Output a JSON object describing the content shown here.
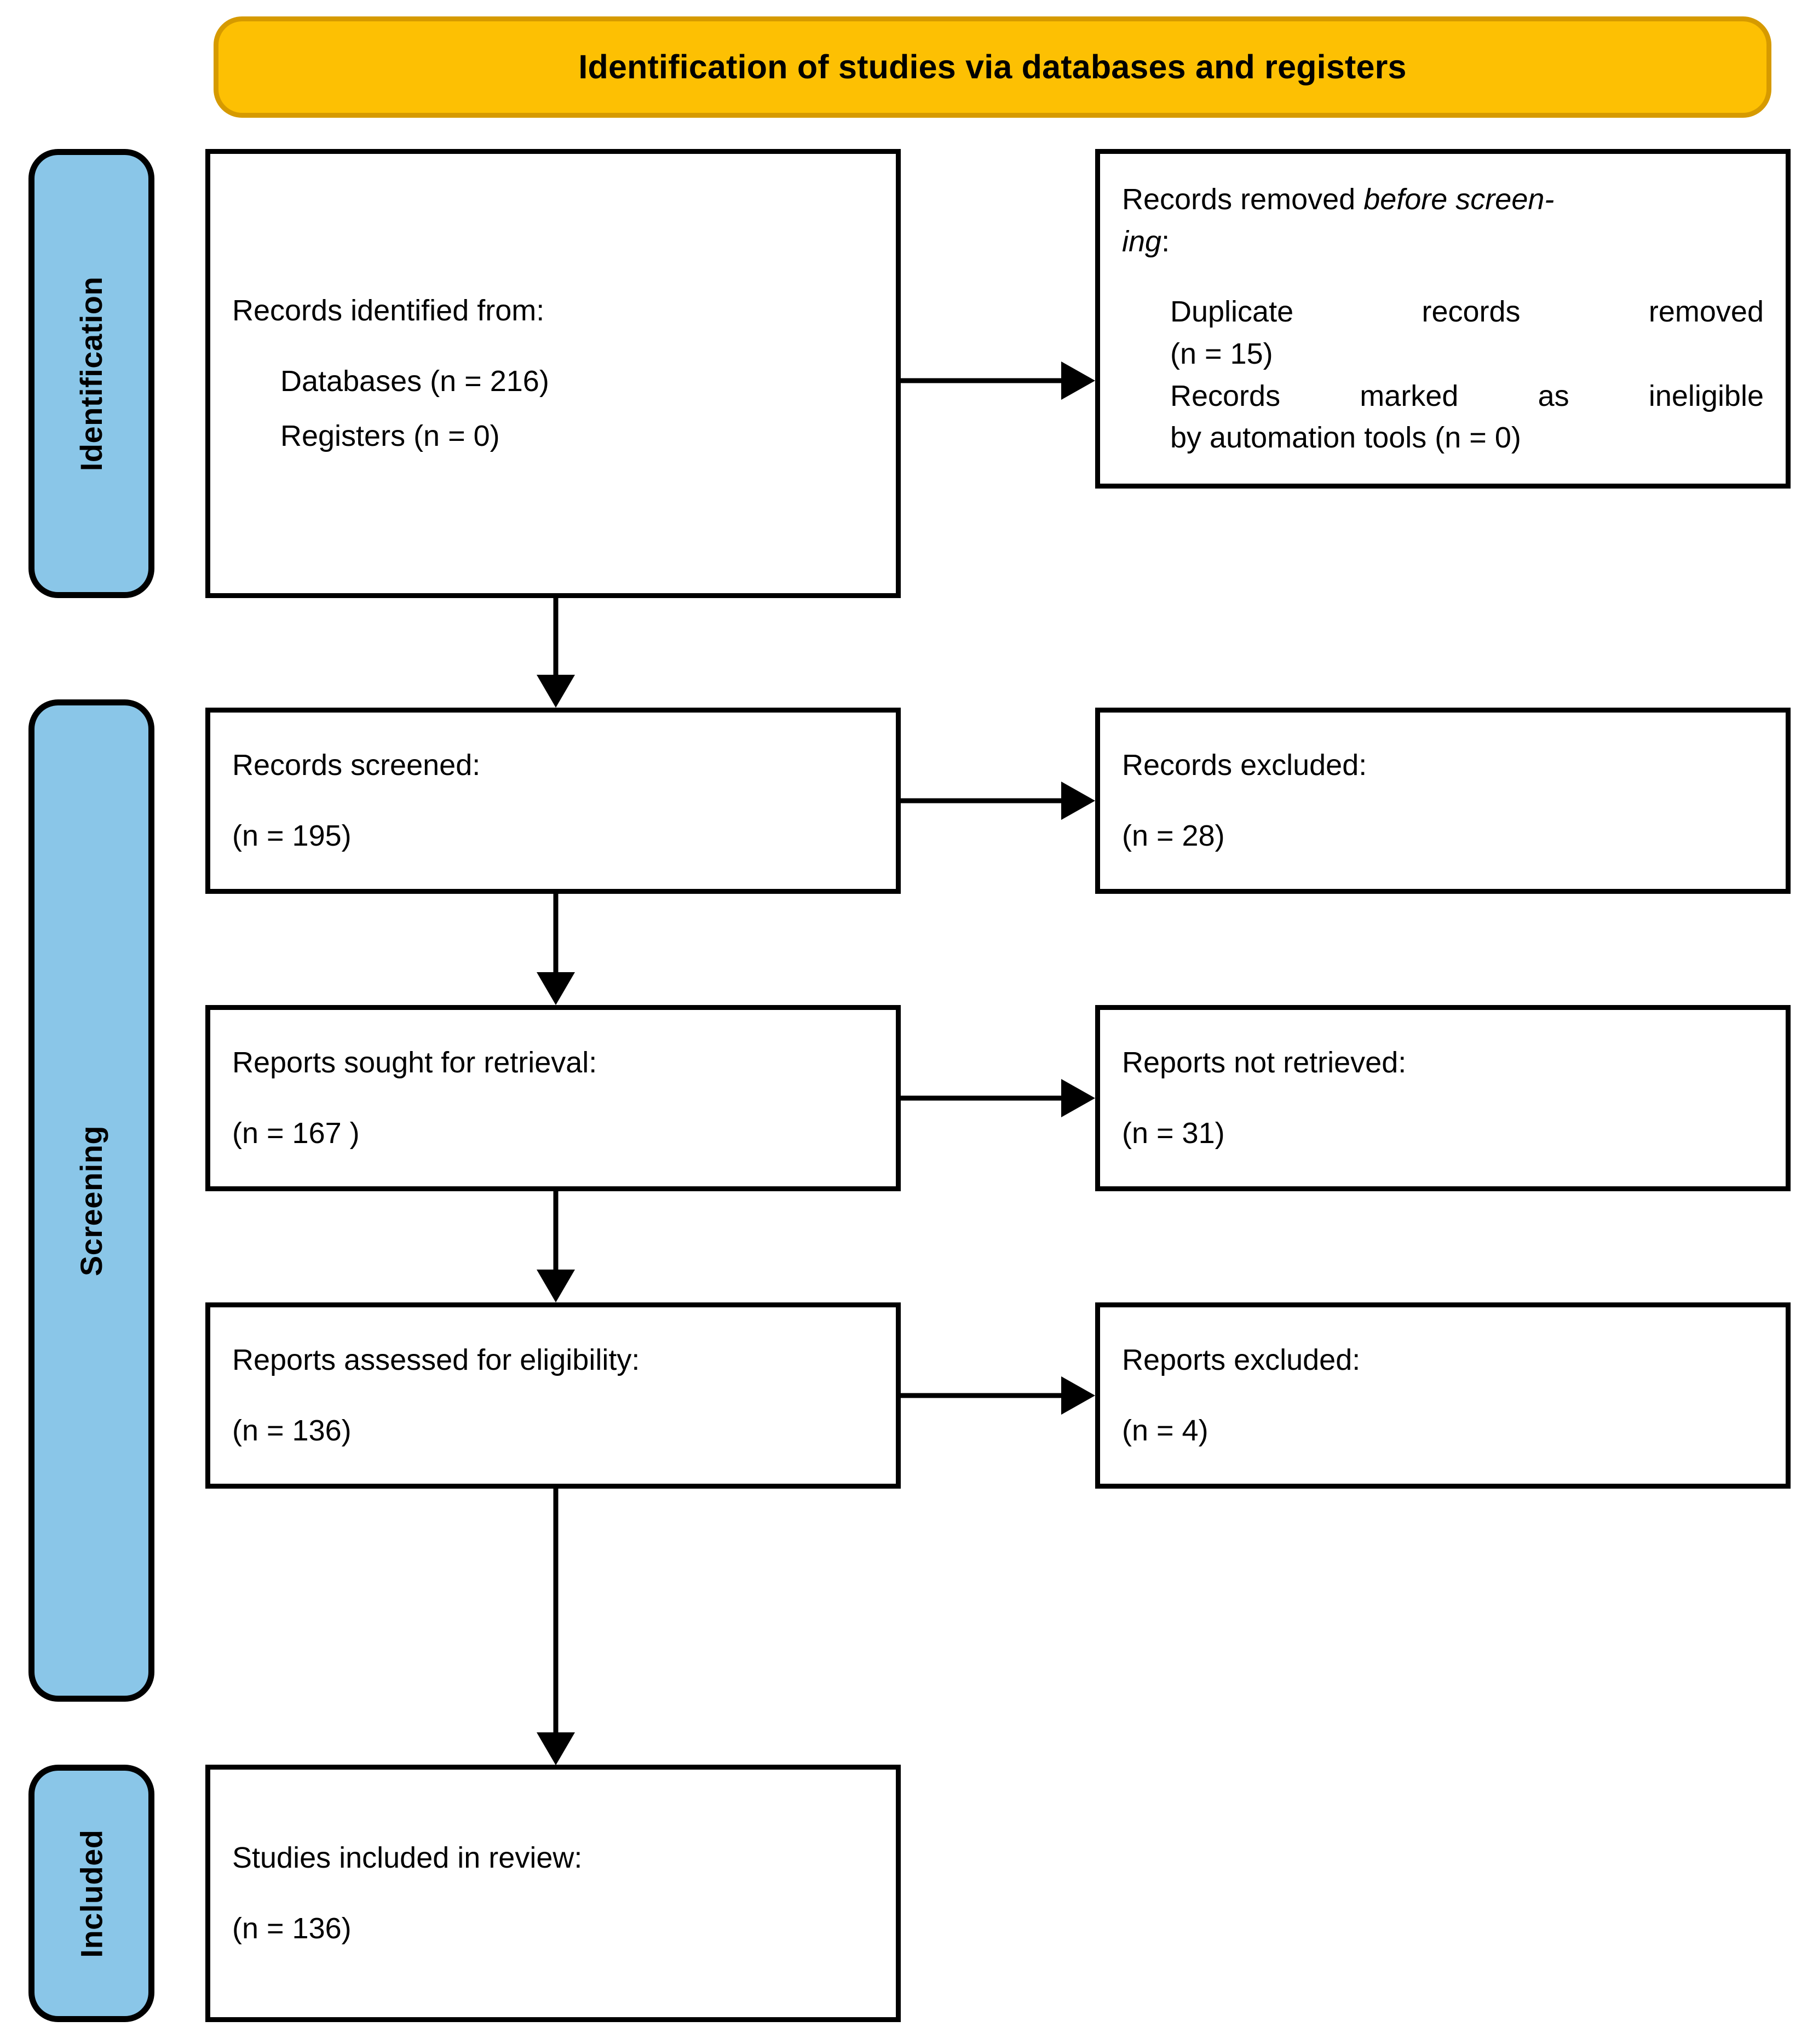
{
  "header": {
    "title": "Identification of studies via databases and registers",
    "bg_color": "#FDC003",
    "border_color": "#D69A00"
  },
  "stages": {
    "bg_color": "#8AC6E8",
    "border_color": "#000000",
    "identification": "Identification",
    "screening": "Screening",
    "included": "Included"
  },
  "boxes": {
    "identified": {
      "line1": "Records identified from:",
      "line2": "Databases (n = 216)",
      "line3": "Registers (n = 0)"
    },
    "removed": {
      "line1_a": "Records removed ",
      "line1_b": "before screen-",
      "line2_a": "ing",
      "line2_b": ":",
      "line3": "Duplicate records removed",
      "line4": "(n = 15)",
      "line5": "Records marked as ineligible",
      "line6": "by automation tools (n = 0)"
    },
    "screened": {
      "line1": "Records screened:",
      "line2": "(n = 195)"
    },
    "records_excluded": {
      "line1": "Records excluded:",
      "line2": "(n = 28)"
    },
    "sought": {
      "line1": "Reports sought for retrieval:",
      "line2": "(n = 167 )"
    },
    "not_retrieved": {
      "line1": "Reports not retrieved:",
      "line2": "(n = 31)"
    },
    "assessed": {
      "line1": "Reports assessed for eligibility:",
      "line2": "(n = 136)"
    },
    "reports_excluded": {
      "line1": "Reports excluded:",
      "line2": "(n = 4)"
    },
    "included": {
      "line1": "Studies included in review:",
      "line2": "(n = 136)"
    }
  },
  "flow_data": {
    "type": "prisma-flow-diagram",
    "counts": {
      "records_identified_databases": 216,
      "records_identified_registers": 0,
      "duplicate_records_removed": 15,
      "records_marked_ineligible_by_automation_tools": 0,
      "records_screened": 195,
      "records_excluded": 28,
      "reports_sought_for_retrieval": 167,
      "reports_not_retrieved": 31,
      "reports_assessed_for_eligibility": 136,
      "reports_excluded": 4,
      "studies_included_in_review": 136
    }
  }
}
